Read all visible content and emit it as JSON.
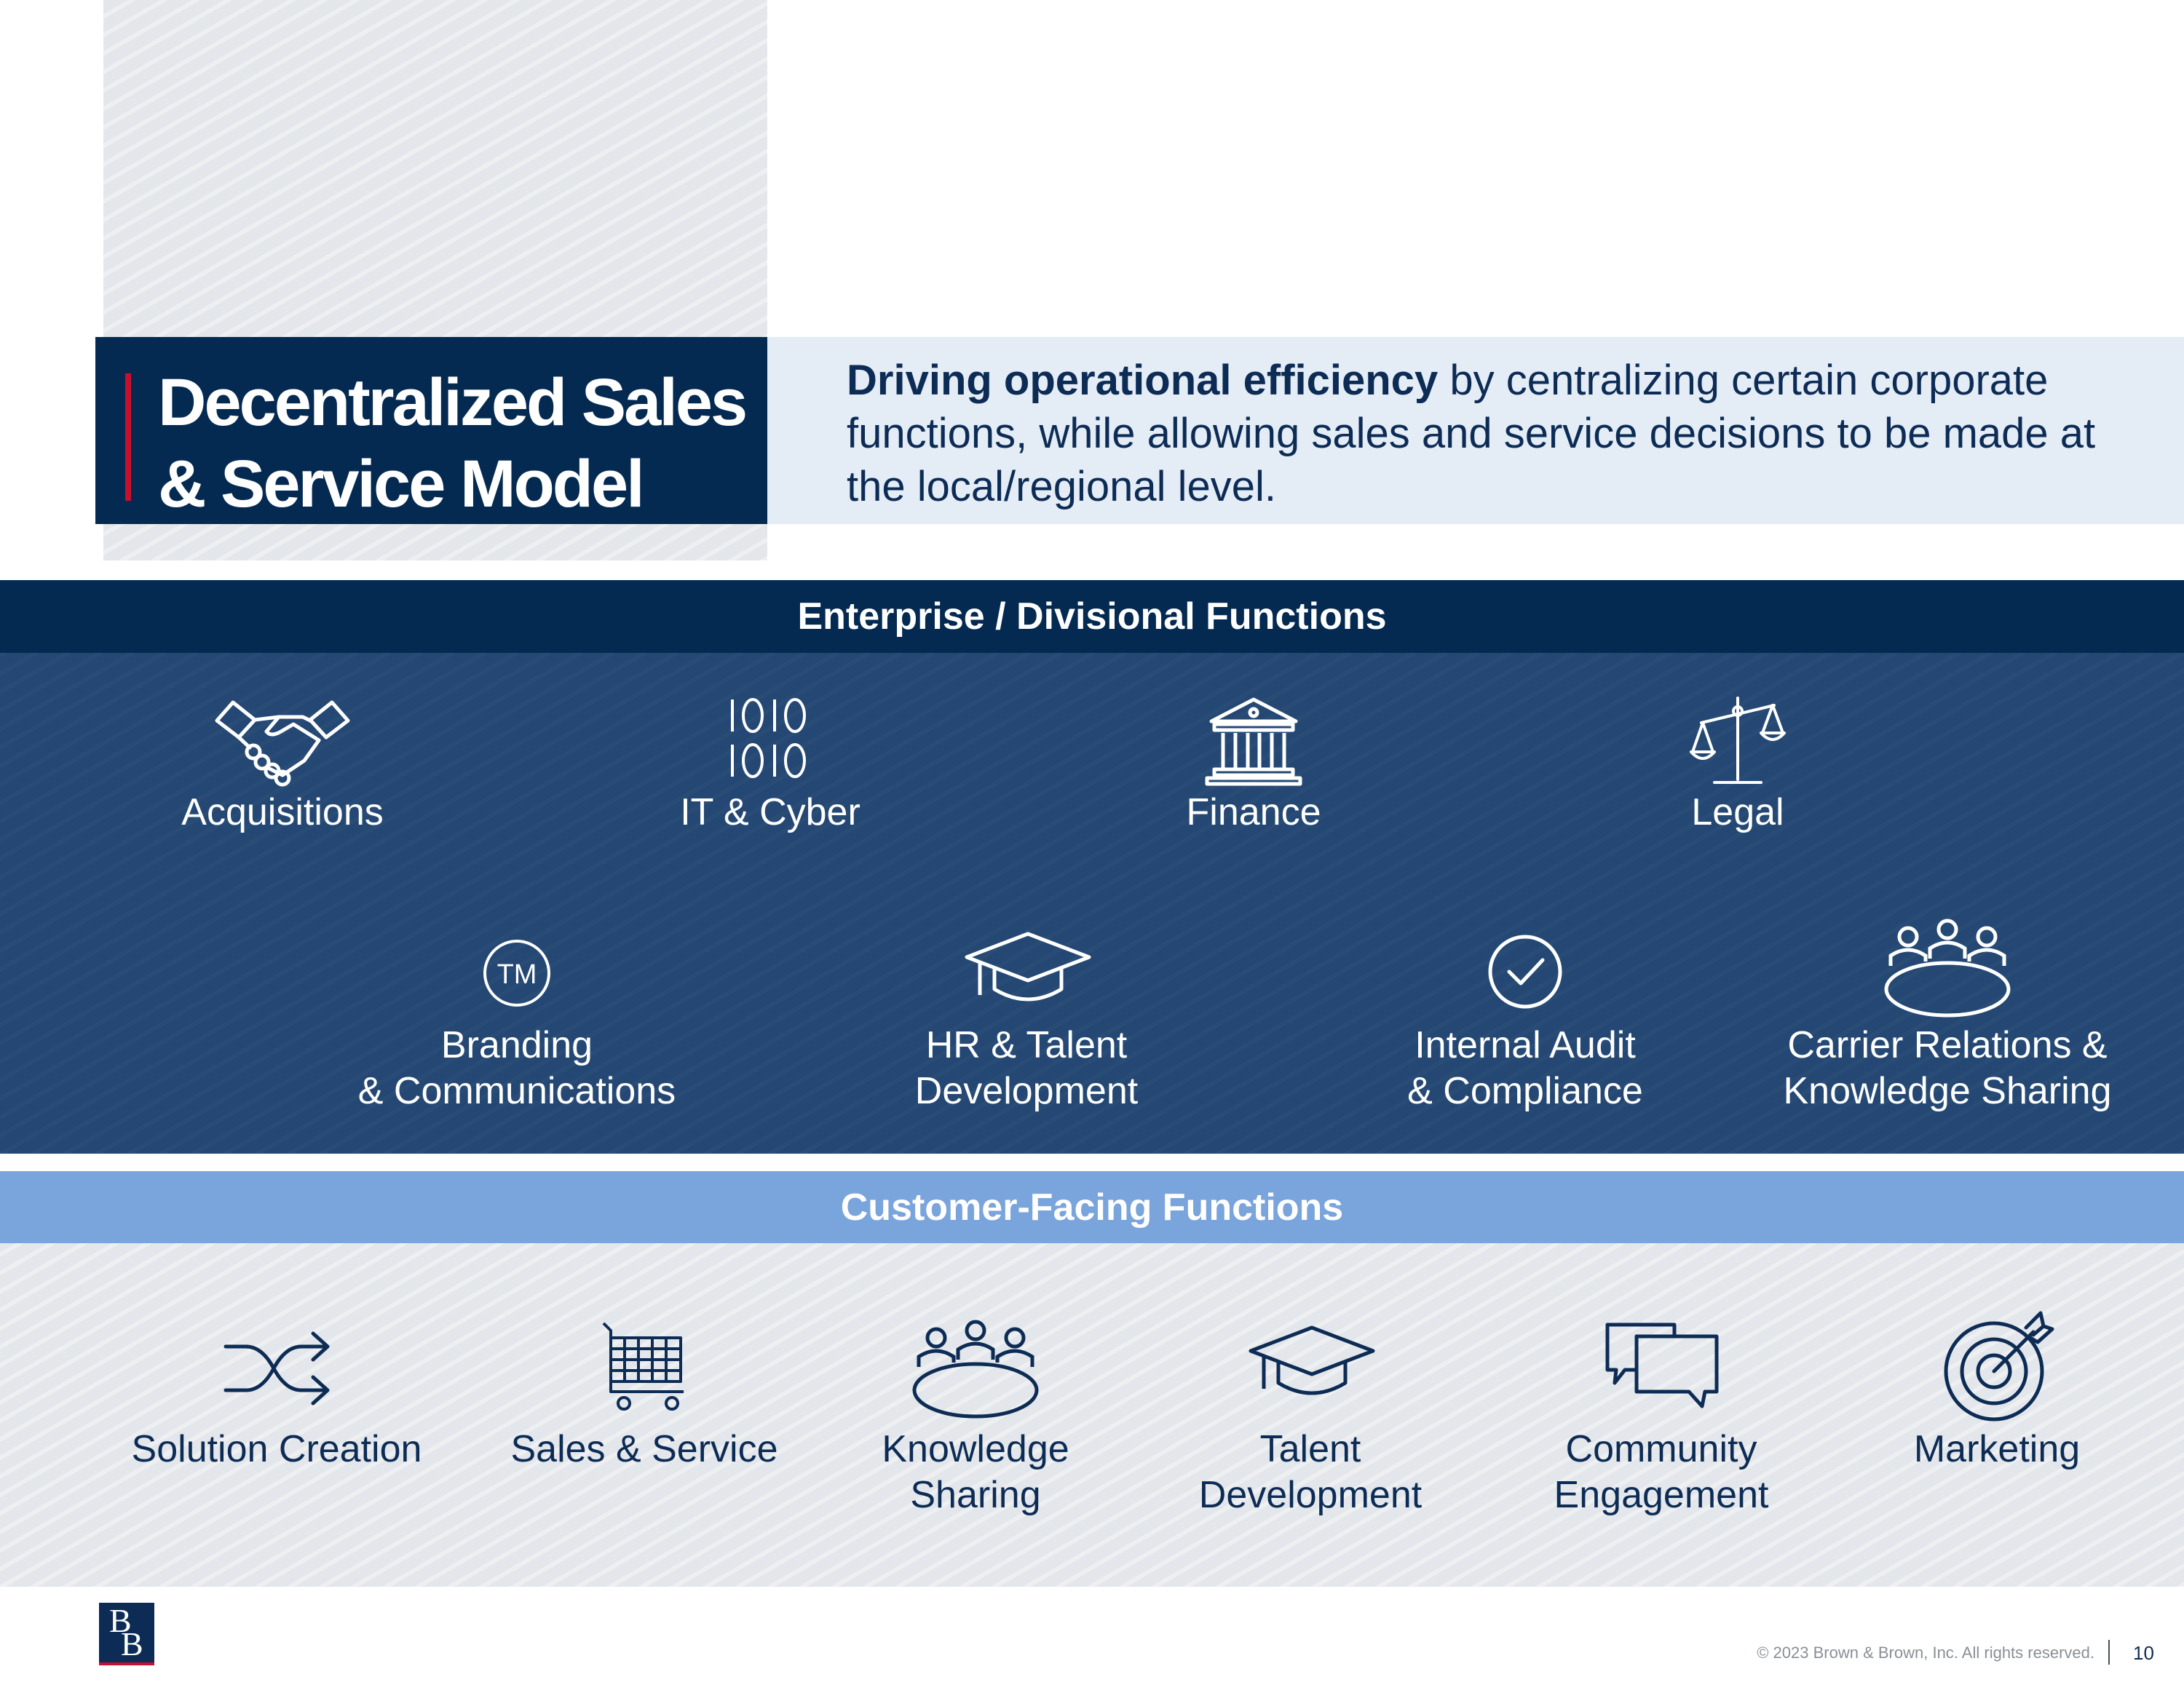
{
  "title": {
    "line1": "Decentralized Sales",
    "line2": "& Service Model"
  },
  "tagline": {
    "bold": "Driving operational efficiency",
    "rest": " by centralizing certain corporate functions, while allowing sales and service decisions to be made at the local/regional level."
  },
  "enterprise": {
    "heading": "Enterprise / Divisional Functions",
    "items": [
      {
        "label": "Acquisitions",
        "icon": "handshake-icon"
      },
      {
        "label": "IT & Cyber",
        "icon": "binary-code-icon"
      },
      {
        "label": "Finance",
        "icon": "bank-building-icon"
      },
      {
        "label": "Legal",
        "icon": "scales-icon"
      },
      {
        "label": "Branding\n& Communications",
        "icon": "trademark-icon"
      },
      {
        "label": "HR & Talent\nDevelopment",
        "icon": "graduation-cap-icon"
      },
      {
        "label": "Internal Audit\n& Compliance",
        "icon": "checkmark-circle-icon"
      },
      {
        "label": "Carrier Relations &\nKnowledge Sharing",
        "icon": "meeting-table-icon"
      }
    ]
  },
  "customer": {
    "heading": "Customer-Facing Functions",
    "items": [
      {
        "label": "Solution Creation",
        "icon": "shuffle-arrows-icon"
      },
      {
        "label": "Sales & Service",
        "icon": "shopping-cart-icon"
      },
      {
        "label": "Knowledge\nSharing",
        "icon": "meeting-table-icon"
      },
      {
        "label": "Talent\nDevelopment",
        "icon": "graduation-cap-icon"
      },
      {
        "label": "Community\nEngagement",
        "icon": "speech-bubbles-icon"
      },
      {
        "label": "Marketing",
        "icon": "target-icon"
      }
    ]
  },
  "footer": {
    "logo_letters": "BB",
    "copyright": "© 2023 Brown & Brown, Inc. All rights reserved.",
    "page_number": "10"
  },
  "colors": {
    "navy": "#052a52",
    "steel_blue": "#244873",
    "light_blue": "#7aa4dc",
    "accent_red": "#c8102e"
  }
}
